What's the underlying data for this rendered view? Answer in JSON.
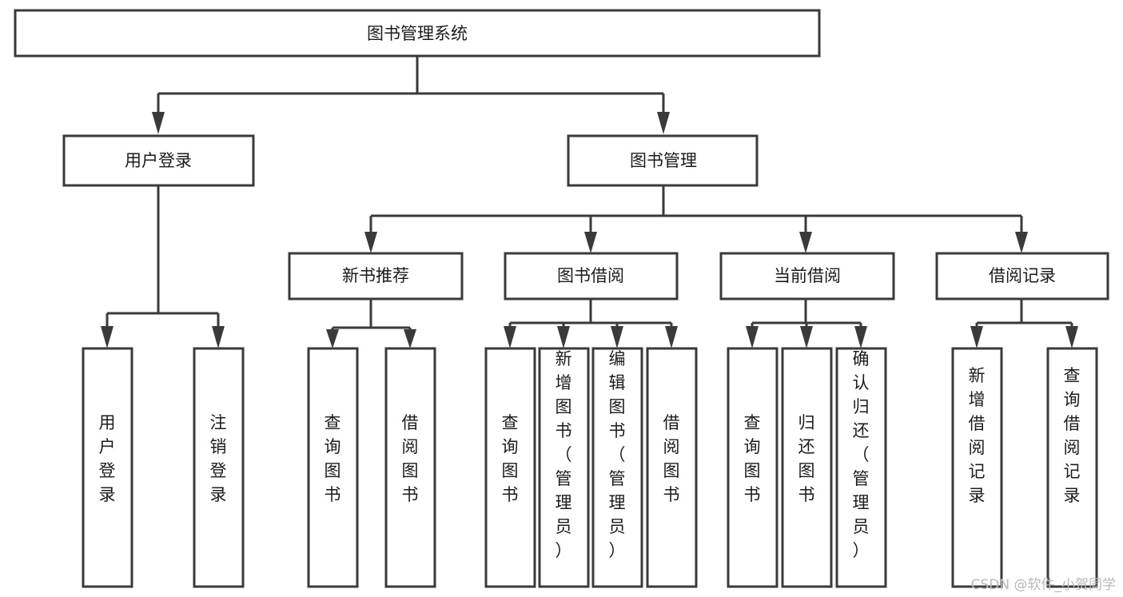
{
  "diagram": {
    "type": "tree-hierarchy",
    "title": "图书管理系统",
    "orientation": "top-down",
    "colors": {
      "box_stroke": "#3a3a3a",
      "box_fill": "#ffffff",
      "text": "#1b1b1b",
      "connector": "#3a3a3a",
      "watermark": "#b9b9b9",
      "background": "#ffffff"
    },
    "levels": {
      "root": {
        "label": "图书管理系统"
      },
      "level2": [
        {
          "label": "用户登录"
        },
        {
          "label": "图书管理"
        }
      ],
      "level3": [
        {
          "label": "新书推荐"
        },
        {
          "label": "图书借阅"
        },
        {
          "label": "当前借阅"
        },
        {
          "label": "借阅记录"
        }
      ]
    },
    "leaves": {
      "user_login": [
        {
          "label": "用户登录"
        },
        {
          "label": "注销登录"
        }
      ],
      "new_book_recommend": [
        {
          "label": "查询图书"
        },
        {
          "label": "借阅图书"
        }
      ],
      "book_borrow": [
        {
          "label": "查询图书"
        },
        {
          "label": "新增图书（管理员）"
        },
        {
          "label": "编辑图书（管理员）"
        },
        {
          "label": "借阅图书"
        }
      ],
      "current_borrow": [
        {
          "label": "查询图书"
        },
        {
          "label": "归还图书"
        },
        {
          "label": "确认归还（管理员）"
        }
      ],
      "borrow_record": [
        {
          "label": "新增借阅记录"
        },
        {
          "label": "查询借阅记录"
        }
      ]
    }
  },
  "watermark": {
    "text": "CSDN @软件_小贺同学"
  }
}
